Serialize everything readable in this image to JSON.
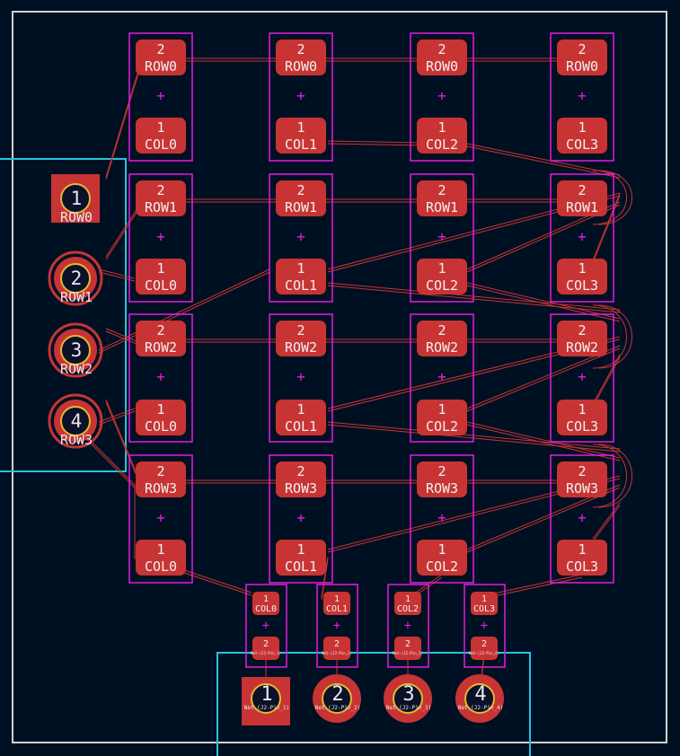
{
  "colors": {
    "background": "#001023",
    "board_edge": "#d0d2cd",
    "courtyard": "#e01ee0",
    "pad": "#c83434",
    "trace": "#c83434",
    "silk_outline": "#26c4dc",
    "drill_ring": "#e3b72e",
    "pad_text": "#f0f0f0"
  },
  "matrix": {
    "rows": [
      {
        "row_net": "ROW0",
        "cells": [
          {
            "top_pad": "2",
            "top_net": "ROW0",
            "bottom_pad": "1",
            "bottom_net": "COL0"
          },
          {
            "top_pad": "2",
            "top_net": "ROW0",
            "bottom_pad": "1",
            "bottom_net": "COL1"
          },
          {
            "top_pad": "2",
            "top_net": "ROW0",
            "bottom_pad": "1",
            "bottom_net": "COL2"
          },
          {
            "top_pad": "2",
            "top_net": "ROW0",
            "bottom_pad": "1",
            "bottom_net": "COL3"
          }
        ]
      },
      {
        "row_net": "ROW1",
        "cells": [
          {
            "top_pad": "2",
            "top_net": "ROW1",
            "bottom_pad": "1",
            "bottom_net": "COL0"
          },
          {
            "top_pad": "2",
            "top_net": "ROW1",
            "bottom_pad": "1",
            "bottom_net": "COL1"
          },
          {
            "top_pad": "2",
            "top_net": "ROW1",
            "bottom_pad": "1",
            "bottom_net": "COL2"
          },
          {
            "top_pad": "2",
            "top_net": "ROW1",
            "bottom_pad": "1",
            "bottom_net": "COL3"
          }
        ]
      },
      {
        "row_net": "ROW2",
        "cells": [
          {
            "top_pad": "2",
            "top_net": "ROW2",
            "bottom_pad": "1",
            "bottom_net": "COL0"
          },
          {
            "top_pad": "2",
            "top_net": "ROW2",
            "bottom_pad": "1",
            "bottom_net": "COL1"
          },
          {
            "top_pad": "2",
            "top_net": "ROW2",
            "bottom_pad": "1",
            "bottom_net": "COL2"
          },
          {
            "top_pad": "2",
            "top_net": "ROW2",
            "bottom_pad": "1",
            "bottom_net": "COL3"
          }
        ]
      },
      {
        "row_net": "ROW3",
        "cells": [
          {
            "top_pad": "2",
            "top_net": "ROW3",
            "bottom_pad": "1",
            "bottom_net": "COL0"
          },
          {
            "top_pad": "2",
            "top_net": "ROW3",
            "bottom_pad": "1",
            "bottom_net": "COL1"
          },
          {
            "top_pad": "2",
            "top_net": "ROW3",
            "bottom_pad": "1",
            "bottom_net": "COL2"
          },
          {
            "top_pad": "2",
            "top_net": "ROW3",
            "bottom_pad": "1",
            "bottom_net": "COL3"
          }
        ]
      }
    ]
  },
  "row_header": {
    "pins": [
      {
        "num": "1",
        "net": "ROW0",
        "shape": "square"
      },
      {
        "num": "2",
        "net": "ROW1",
        "shape": "round"
      },
      {
        "num": "3",
        "net": "ROW2",
        "shape": "round"
      },
      {
        "num": "4",
        "net": "ROW3",
        "shape": "round"
      }
    ]
  },
  "column_resistors": [
    {
      "pad1_num": "1",
      "pad1_net": "COL0",
      "pad2_num": "2",
      "pad2_net": "Net-(J2-Pin_1)"
    },
    {
      "pad1_num": "1",
      "pad1_net": "COL1",
      "pad2_num": "2",
      "pad2_net": "Net-(J2-Pin_2)"
    },
    {
      "pad1_num": "1",
      "pad1_net": "COL2",
      "pad2_num": "2",
      "pad2_net": "Net-(J2-Pin_3)"
    },
    {
      "pad1_num": "1",
      "pad1_net": "COL3",
      "pad2_num": "2",
      "pad2_net": "Net-(J2-Pin_4)"
    }
  ],
  "col_header": {
    "pins": [
      {
        "num": "1",
        "net": "Net-(J2-Pin_1)",
        "shape": "square"
      },
      {
        "num": "2",
        "net": "Net-(J2-Pin_2)",
        "shape": "round"
      },
      {
        "num": "3",
        "net": "Net-(J2-Pin_3)",
        "shape": "round"
      },
      {
        "num": "4",
        "net": "Net-(J2-Pin_4)",
        "shape": "round"
      }
    ]
  }
}
